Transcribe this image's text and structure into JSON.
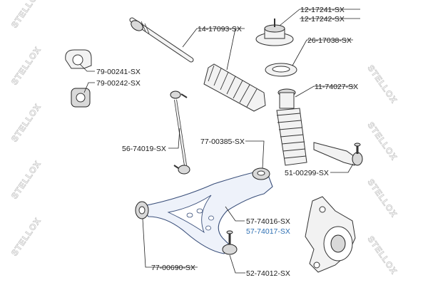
{
  "watermark": {
    "text": "STELLOX"
  },
  "colors": {
    "highlight": "#2d6fb3",
    "text": "#1a1a1a",
    "arm_outline": "#3a4f7a"
  },
  "labels": {
    "mount_a": "12-17241-SX",
    "mount_b": "12-17242-SX",
    "tie_rod": "14-17093-SX",
    "bearing": "26-17038-SX",
    "bushing_a": "79-00241-SX",
    "bushing_b": "79-00242-SX",
    "bump_stop": "11-74027-SX",
    "stabilizer_link": "56-74019-SX",
    "arm_bushing_rear": "77-00385-SX",
    "tie_rod_end": "51-00299-SX",
    "arm_left": "57-74016-SX",
    "arm_right": "57-74017-SX",
    "arm_bushing_front": "77-00690-SX",
    "ball_joint": "52-74012-SX"
  }
}
